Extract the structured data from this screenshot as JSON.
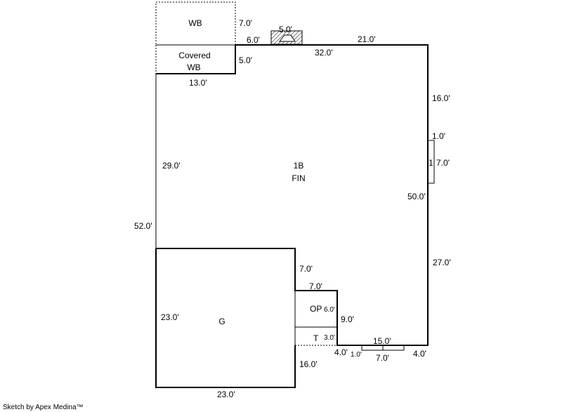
{
  "areas": {
    "wb": "WB",
    "covered_line1": "Covered",
    "covered_line2": "WB",
    "main_line1": "1B",
    "main_line2": "FIN",
    "garage": "G",
    "op": "OP",
    "t": "T"
  },
  "dims": {
    "d_7_0_wb": "7.0'",
    "d_5_0_chimney": "5.0'",
    "d_6_0_top": "6.0'",
    "d_21_0": "21.0'",
    "d_32_0": "32.0'",
    "d_5_0_cov": "5.0'",
    "d_13_0": "13.0'",
    "d_16_0_right": "16.0'",
    "d_1_0_bay": "1.0'",
    "d_1_bay": "1",
    "d_7_0_bay": "7.0'",
    "d_29_0": "29.0'",
    "d_50_0": "50.0'",
    "d_52_0": "52.0'",
    "d_27_0": "27.0'",
    "d_7_0_g": "7.0'",
    "d_7_0_op": "7.0'",
    "d_6_0_op": "6.0'",
    "d_9_0": "9.0'",
    "d_23_0_left": "23.0'",
    "d_3_0": "3.0'",
    "d_15_0": "15.0'",
    "d_4_0_a": "4.0'",
    "d_1_0_b": "1.0'",
    "d_7_0_b": "7.0'",
    "d_4_0_b": "4.0'",
    "d_16_0_g": "16.0'",
    "d_23_0_bottom": "23.0'"
  },
  "credit": "Sketch by Apex Medina™"
}
